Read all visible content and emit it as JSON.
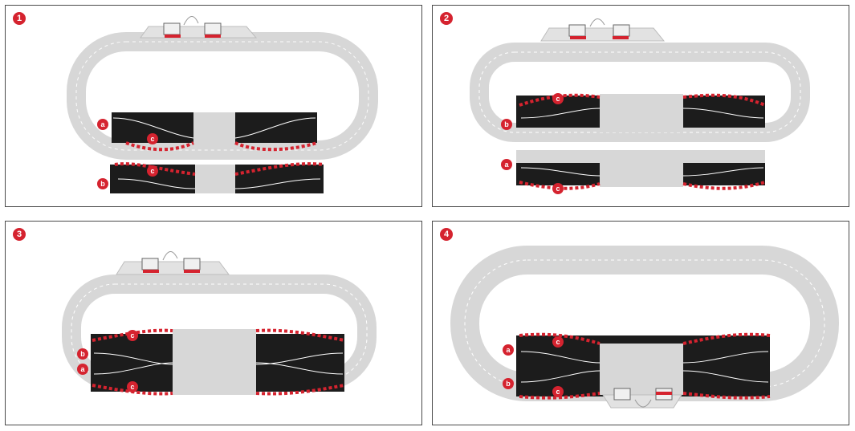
{
  "panels": [
    {
      "number": "1"
    },
    {
      "number": "2"
    },
    {
      "number": "3"
    },
    {
      "number": "4"
    }
  ],
  "callouts": {
    "a": "a",
    "b": "b",
    "c": "c"
  },
  "footer_text": "",
  "side_code": "",
  "colors": {
    "accent": "#d5232f",
    "track": "#d7d7d7",
    "lane_change": "#1c1c1c",
    "curb_red": "#d5232f",
    "curb_white": "#ffffff",
    "border": "#4a4a4a"
  }
}
